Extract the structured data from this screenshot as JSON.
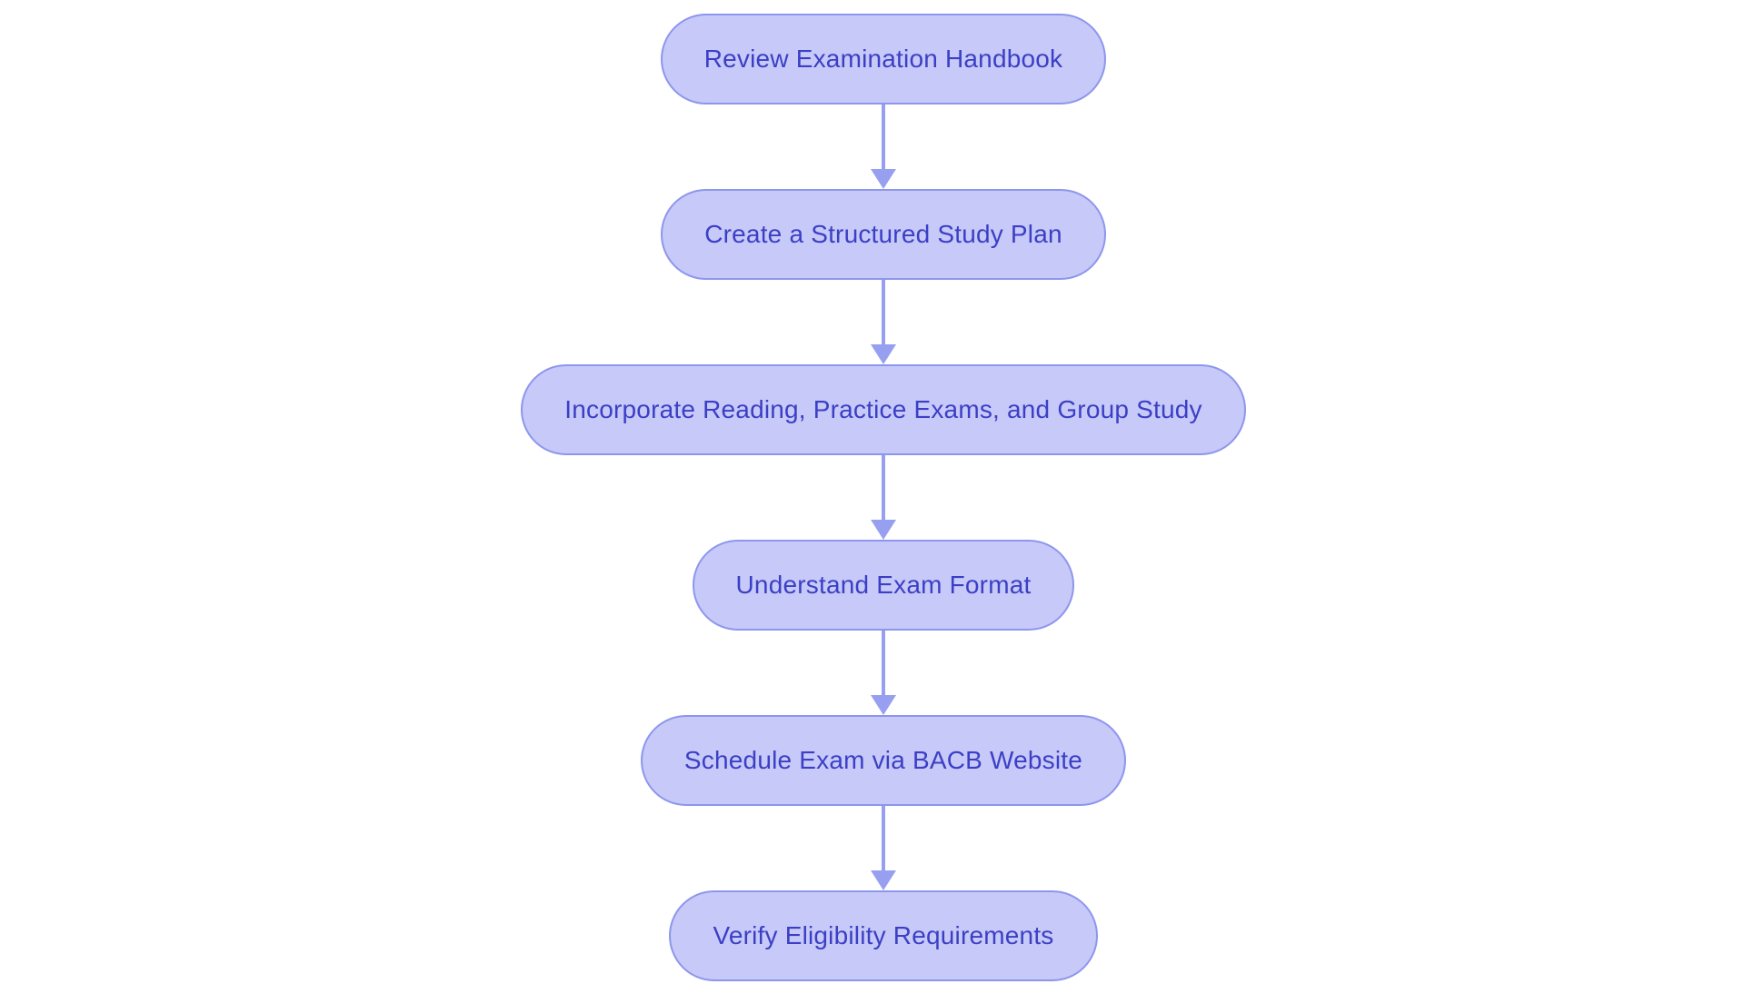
{
  "flowchart": {
    "type": "flowchart",
    "direction": "top-down",
    "colors": {
      "background": "#ffffff",
      "node_fill": "#c7c9f8",
      "node_border": "#8d96ed",
      "node_text": "#3b3fc5",
      "arrow": "#97a0f0"
    },
    "nodes": [
      {
        "id": "n1",
        "label": "Review Examination Handbook"
      },
      {
        "id": "n2",
        "label": "Create a Structured Study Plan"
      },
      {
        "id": "n3",
        "label": "Incorporate Reading, Practice Exams, and Group Study"
      },
      {
        "id": "n4",
        "label": "Understand Exam Format"
      },
      {
        "id": "n5",
        "label": "Schedule Exam via BACB Website"
      },
      {
        "id": "n6",
        "label": "Verify Eligibility Requirements"
      }
    ],
    "edges": [
      {
        "from": "n1",
        "to": "n2"
      },
      {
        "from": "n2",
        "to": "n3"
      },
      {
        "from": "n3",
        "to": "n4"
      },
      {
        "from": "n4",
        "to": "n5"
      },
      {
        "from": "n5",
        "to": "n6"
      }
    ]
  }
}
